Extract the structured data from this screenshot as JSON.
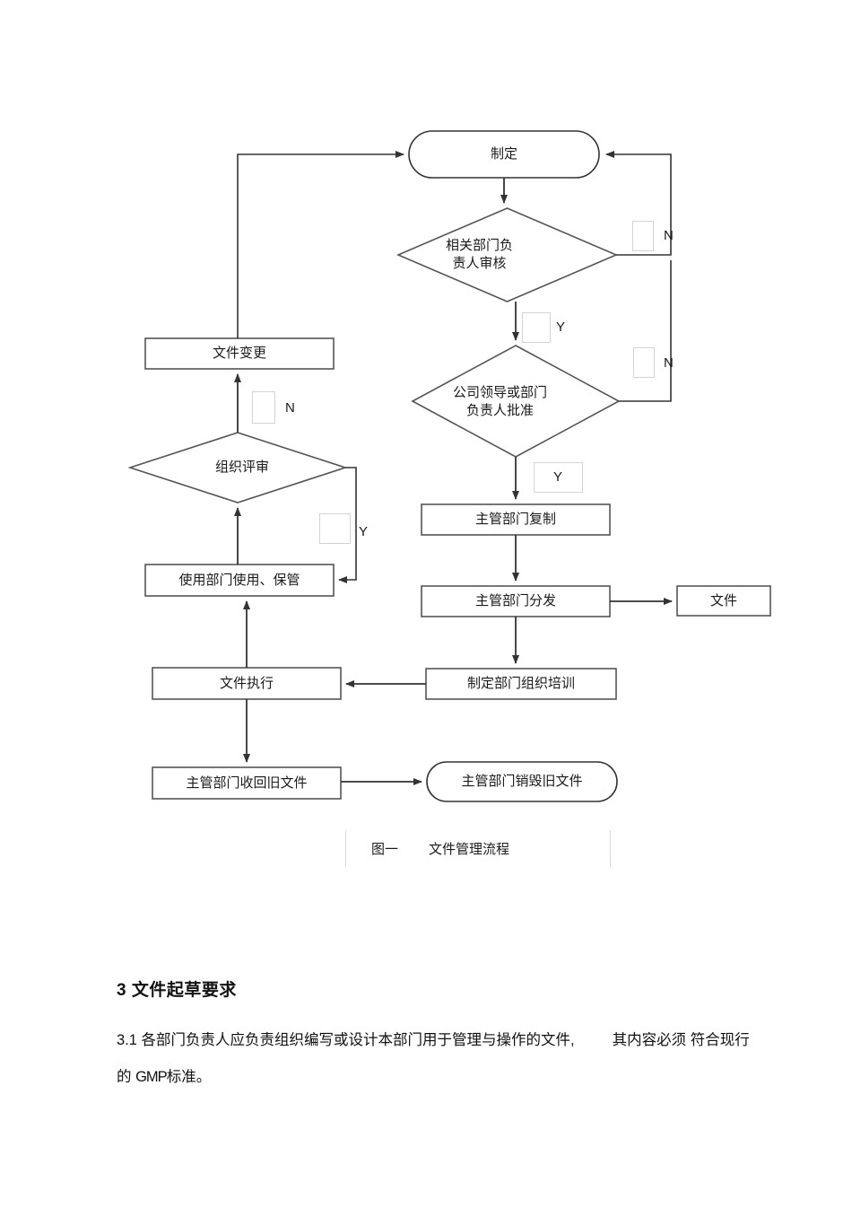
{
  "document": {
    "figure": {
      "caption_index": "图一",
      "caption_text": "文件管理流程",
      "nodes": {
        "start": "制定",
        "review_decision": "相关部门负\n责人审核",
        "approve_decision": "公司领导或部门\n负责人批准",
        "copy": "主管部门复制",
        "distribute": "主管部门分发",
        "file": "文件",
        "training": "制定部门组织培训",
        "execute": "文件执行",
        "use_keep": "使用部门使用、保管",
        "org_review": "组织评审",
        "doc_change": "文件变更",
        "recall_old": "主管部门收回旧文件",
        "destroy_old": "主管部门销毁旧文件"
      },
      "edge_labels": {
        "review_no": "N",
        "review_yes": "Y",
        "approve_no": "N",
        "approve_yes": "Y",
        "org_review_no": "N",
        "org_review_yes": "Y"
      }
    },
    "section": {
      "heading": "3 文件起草要求",
      "paragraph_line1_a": "3.1 各部门负责人应负责组织编写或设计本部门用于管理与操作的文件,",
      "paragraph_line1_b": "其内容必须",
      "paragraph_line2_a": "符合现行的",
      "paragraph_line2_b": "GMP",
      "paragraph_line2_c": "标准。"
    }
  },
  "colors": {
    "stroke": "#555555",
    "stroke_dark": "#333333",
    "text": "#1a1a1a",
    "tag_border": "#d4d4d4",
    "caption_border": "#d9d9d9",
    "background": "#ffffff"
  }
}
